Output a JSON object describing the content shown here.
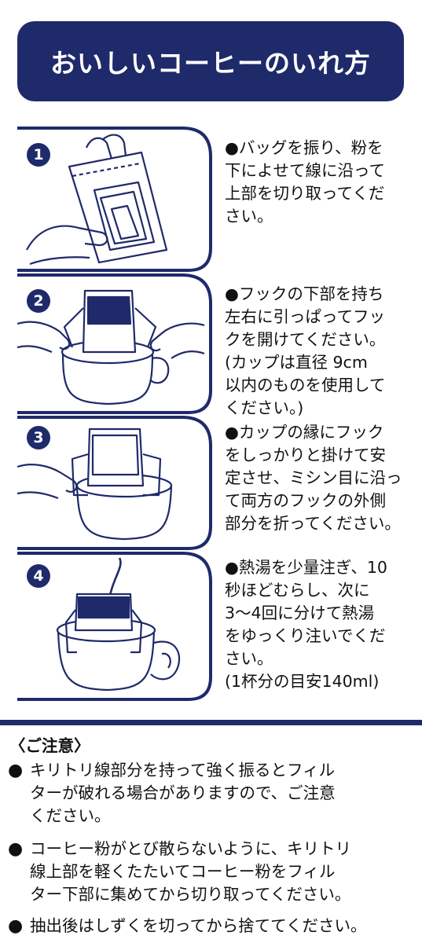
{
  "title": "おいしいコーヒーのいれ方",
  "steps": [
    {
      "number": "1",
      "text": "●バッグを振り、粉を\n下によせて線に沿って\n上部を切り取ってくだ\nさい。"
    },
    {
      "number": "2",
      "text": "●フックの下部を持ち\n左右に引っぱってフッ\nクを開けてください。\n(カップは直径 9cm\n以内のものを使用して\nください。)"
    },
    {
      "number": "3",
      "text": "●カップの縁にフック\nをしっかりと掛けて安\n定させ、ミシン目に沿っ\nて両方のフックの外側\n部分を折ってください。"
    },
    {
      "number": "4",
      "text": "●熱湯を少量注ぎ、10\n秒ほどむらし、次に\n3〜4回に分けて熱湯\nをゆっくり注いでくだ\nさい。\n(1杯分の目安140ml)"
    }
  ],
  "notes": {
    "heading": "〈ご注意〉",
    "bullet": "●",
    "items": [
      "キリトリ線部分を持って強く振るとフィル\nターが破れる場合がありますので、ご注意\nください。",
      "コーヒー粉がとび散らないように、キリトリ\n線上部を軽くたたいてコーヒー粉をフィル\nター下部に集めてから切り取ってください。",
      "抽出後はしずくを切ってから捨ててください。"
    ]
  },
  "colors": {
    "brand": "#1f2a6b",
    "text": "#111111",
    "background": "#ffffff"
  }
}
